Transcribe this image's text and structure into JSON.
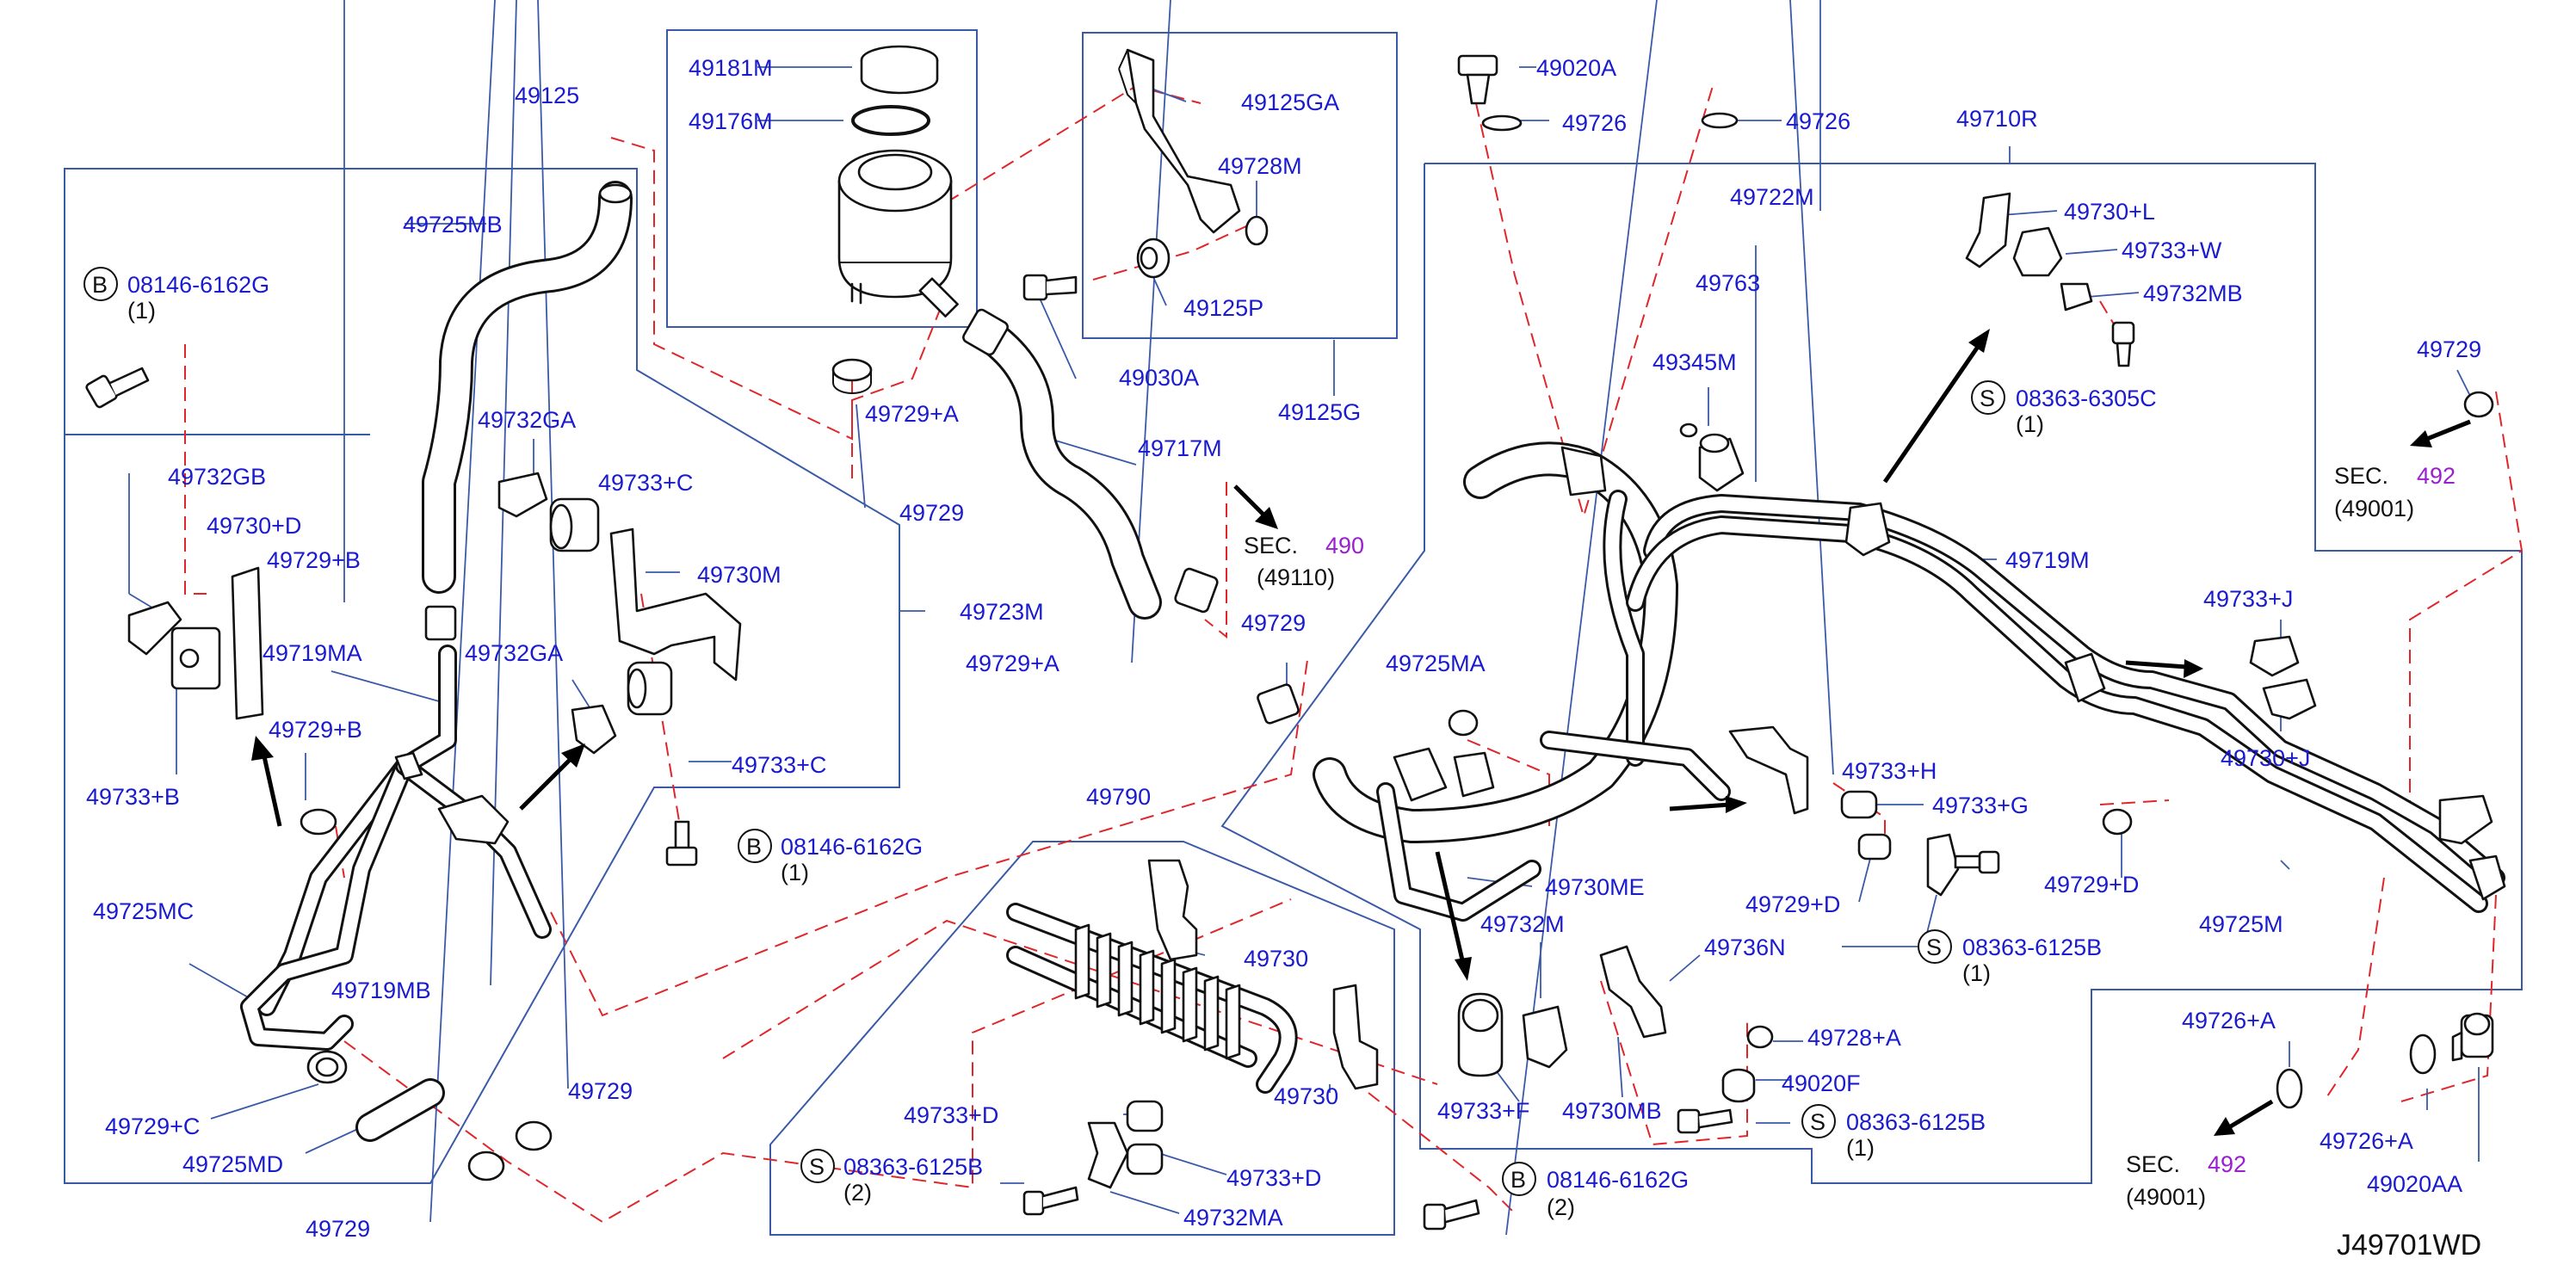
{
  "diagram_code": "J49701WD",
  "sec_refs": [
    {
      "id": "sec-490",
      "prefix": "SEC.",
      "num": "490",
      "sub": "(49110)"
    },
    {
      "id": "sec-492-top",
      "prefix": "SEC.",
      "num": "492",
      "sub": "(49001)"
    },
    {
      "id": "sec-492-bottom",
      "prefix": "SEC.",
      "num": "492",
      "sub": "(49001)"
    }
  ],
  "bolt_specs": [
    {
      "id": "b-top-left",
      "letter": "B",
      "code": "08146-6162G",
      "qty": "(1)"
    },
    {
      "id": "b-mid",
      "letter": "B",
      "code": "08146-6162G",
      "qty": "(1)"
    },
    {
      "id": "b-bottom",
      "letter": "B",
      "code": "08146-6162G",
      "qty": "(2)"
    },
    {
      "id": "s-6305",
      "letter": "S",
      "code": "08363-6305C",
      "qty": "(1)"
    },
    {
      "id": "s-6125-a",
      "letter": "S",
      "code": "08363-6125B",
      "qty": "(1)"
    },
    {
      "id": "s-6125-b",
      "letter": "S",
      "code": "08363-6125B",
      "qty": "(1)"
    },
    {
      "id": "s-6125-c",
      "letter": "S",
      "code": "08363-6125B",
      "qty": "(2)"
    }
  ],
  "callouts": [
    "49125",
    "49181M",
    "49176M",
    "49125GA",
    "49728M",
    "49125P",
    "49030A",
    "49125G",
    "49725MB",
    "49729+A",
    "49717M",
    "49729",
    "49723M",
    "49729+A",
    "49729",
    "49732GA",
    "49733+C",
    "49730M",
    "49732GB",
    "49730+D",
    "49729+B",
    "49719MA",
    "49732GA",
    "49733+C",
    "49733+B",
    "49729+B",
    "49725MC",
    "49719MB",
    "49729+C",
    "49725MD",
    "49729",
    "49729",
    "49790",
    "49730",
    "49733+D",
    "49730",
    "49733+D",
    "49732MA",
    "49020A",
    "49726",
    "49726",
    "49722M",
    "49763",
    "49345M",
    "49710R",
    "49730+L",
    "49733+W",
    "49732MB",
    "49729",
    "49719M",
    "49733+J",
    "49730+J",
    "49729+D",
    "49725MA",
    "49730ME",
    "49733+H",
    "49733+G",
    "49729+D",
    "49725M",
    "49732M",
    "49736N",
    "49728+A",
    "49733+F",
    "49730MB",
    "49020F",
    "49726+A",
    "49726+A",
    "49020AA"
  ]
}
